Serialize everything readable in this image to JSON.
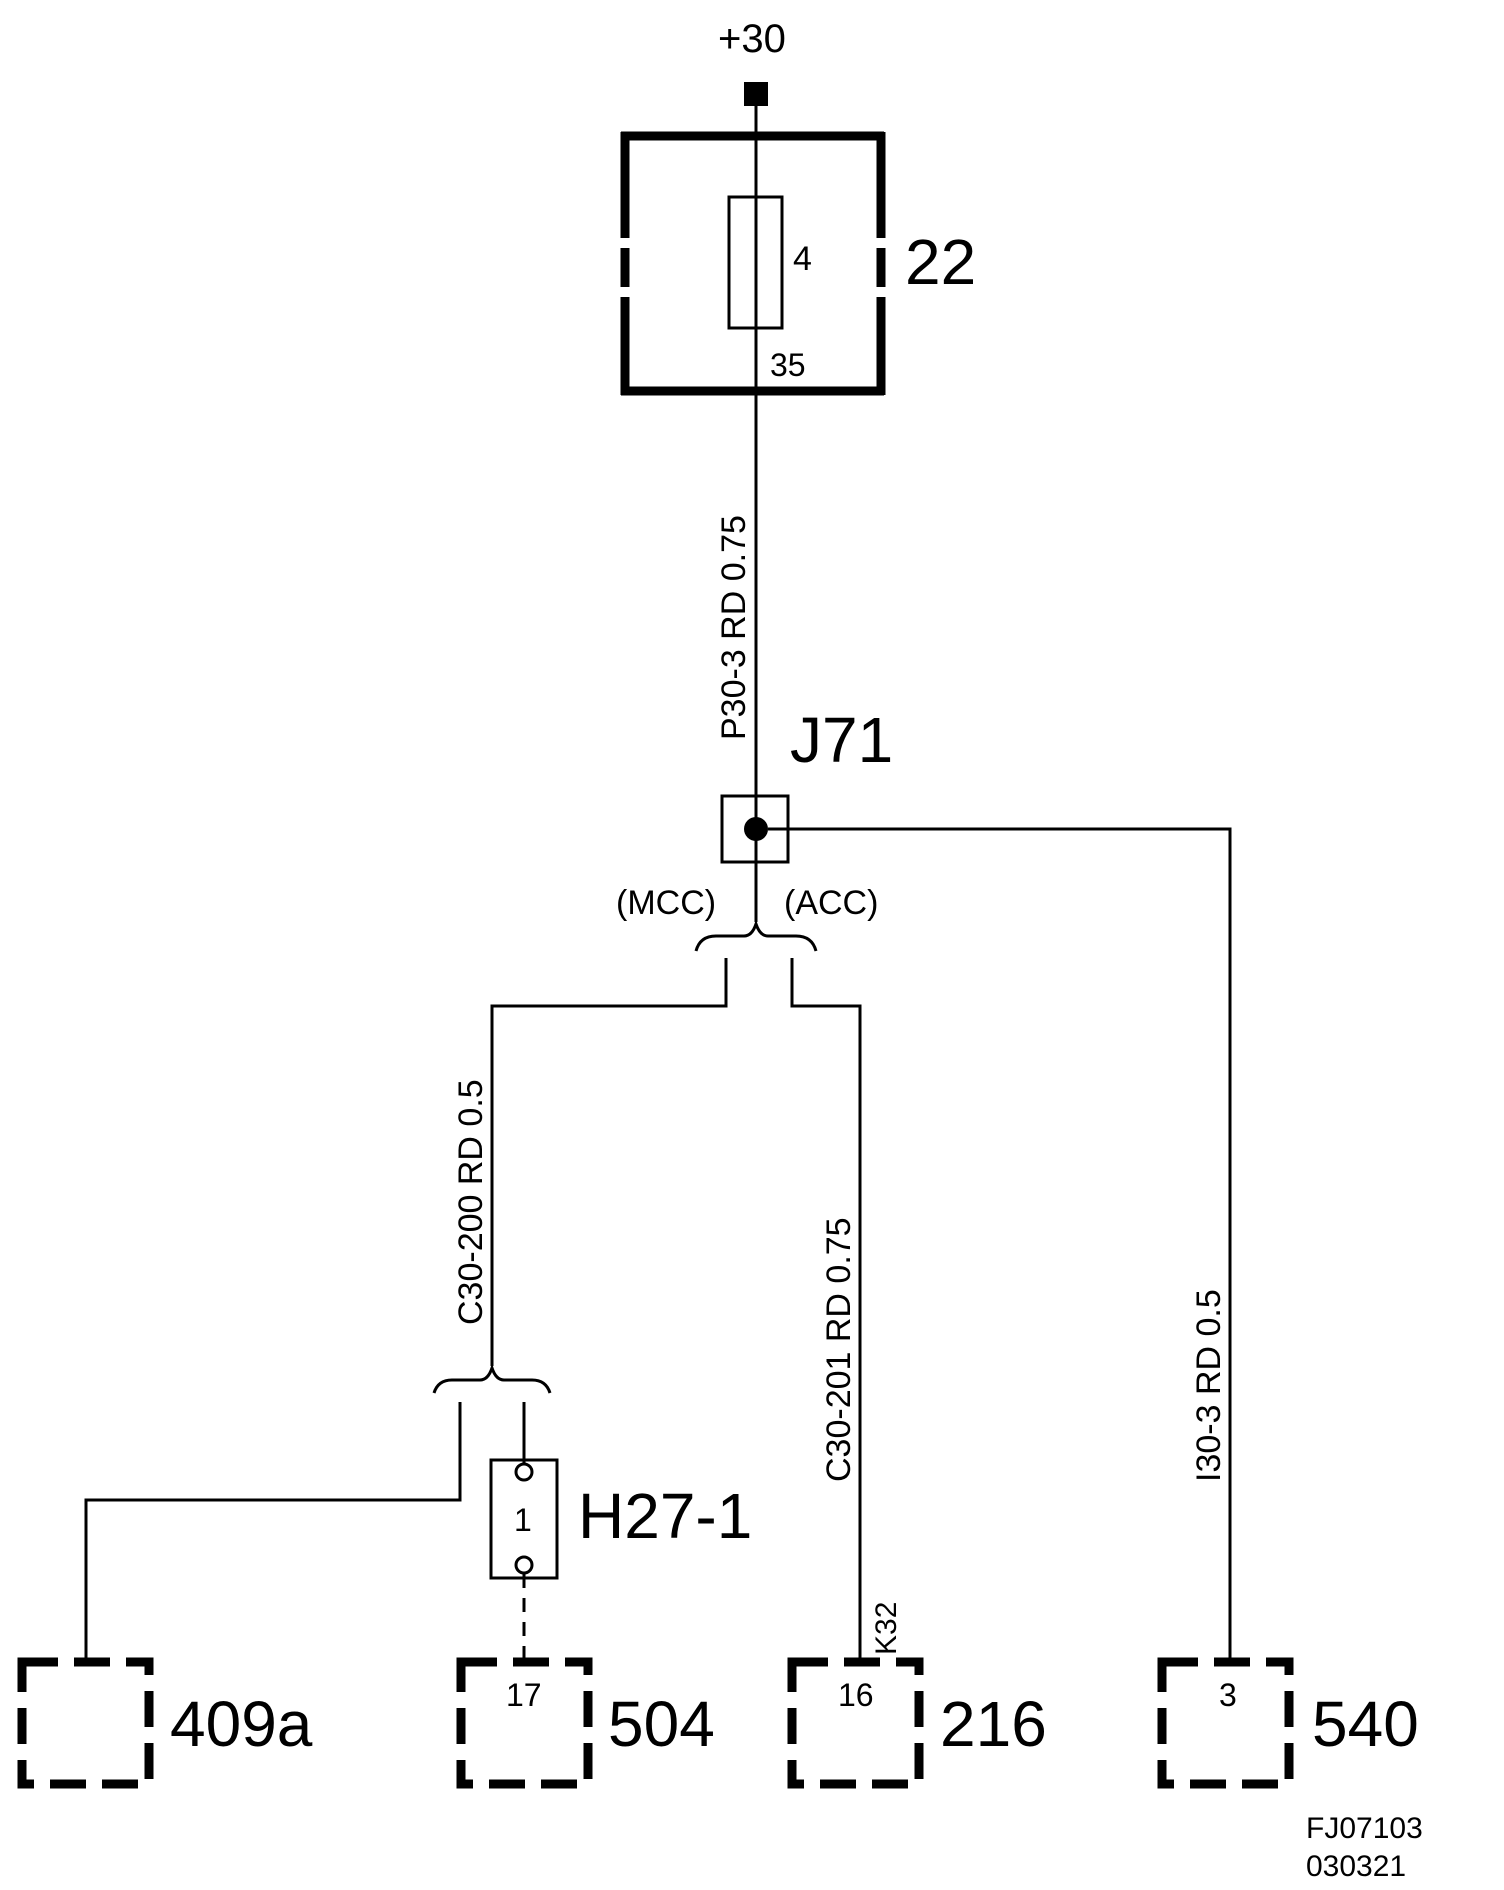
{
  "supply": {
    "label": "+30"
  },
  "fuse_box": {
    "id": "22",
    "fuse_number": "4",
    "pin": "35"
  },
  "wires": {
    "main": "P30-3  RD  0.75",
    "mcc_branch": "C30-200 RD 0.5",
    "acc_branch": "C30-201 RD 0.75",
    "right_branch": "I30-3  RD  0.5"
  },
  "junction": {
    "id": "J71",
    "variant_left": "(MCC)",
    "variant_right": "(ACC)"
  },
  "component_h27": {
    "id": "H27-1",
    "pin": "1"
  },
  "connector_k32": {
    "label": "K32"
  },
  "terminals": [
    {
      "id": "409a",
      "pin": ""
    },
    {
      "id": "504",
      "pin": "17"
    },
    {
      "id": "216",
      "pin": "16"
    },
    {
      "id": "540",
      "pin": "3"
    }
  ],
  "drawing_code": {
    "line1": "FJ07103",
    "line2": "030321"
  }
}
